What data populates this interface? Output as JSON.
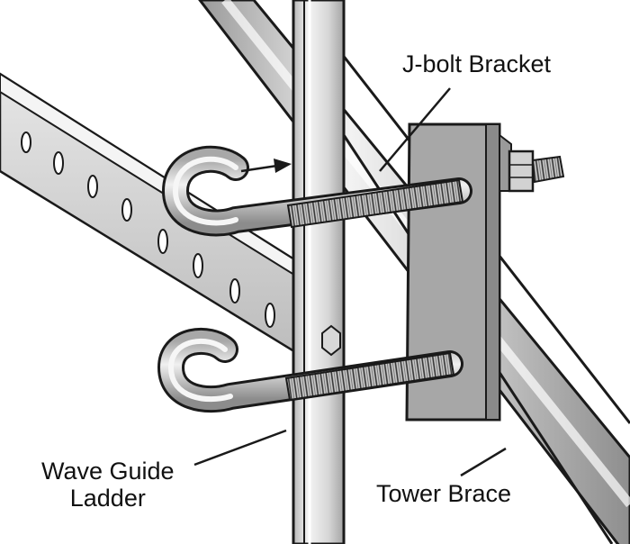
{
  "labels": {
    "jbolt_bracket": "J-bolt Bracket",
    "wave_guide_line1": "Wave Guide",
    "wave_guide_line2": "Ladder",
    "tower_brace": "Tower Brace"
  },
  "colors": {
    "background": "#ffffff",
    "outline": "#1a1a1a",
    "steel_light": "#eeeeee",
    "steel_mid": "#cfcfcf",
    "steel_dark": "#9a9a9a",
    "plate": "#a3a3a3"
  }
}
